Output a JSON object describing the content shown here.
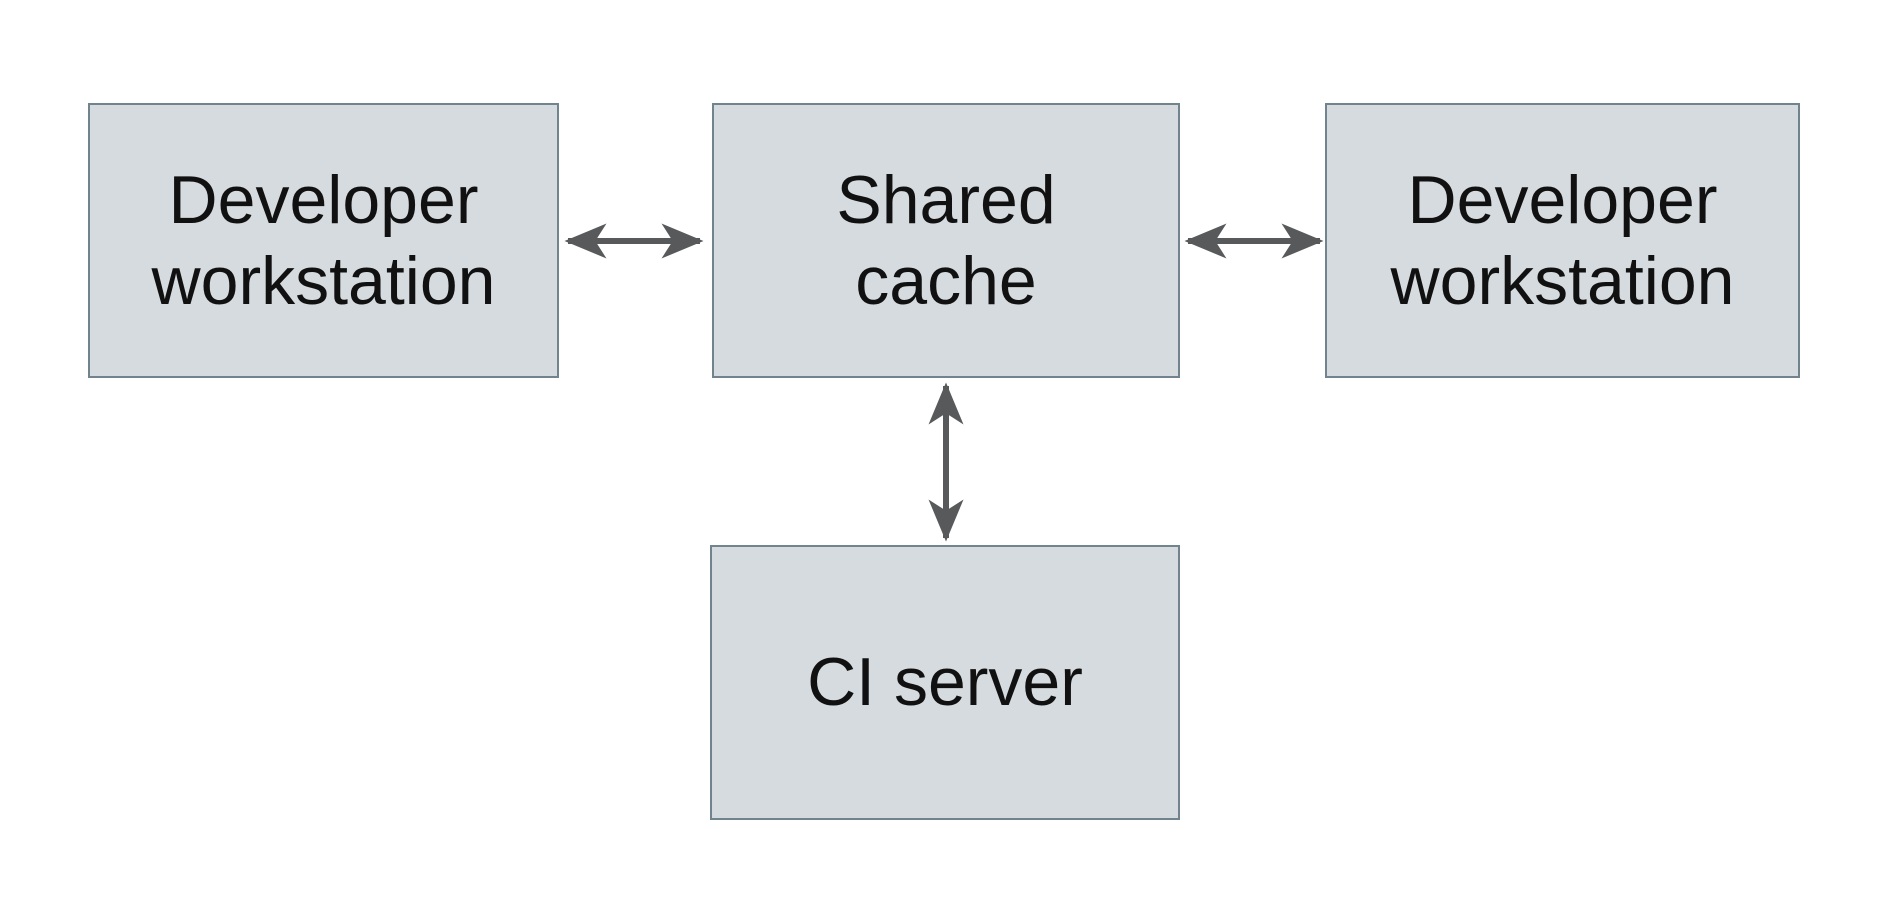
{
  "diagram": {
    "nodes": [
      {
        "id": "developer-workstation-left",
        "label": "Developer\nworkstation"
      },
      {
        "id": "shared-cache",
        "label": "Shared\ncache"
      },
      {
        "id": "developer-workstation-right",
        "label": "Developer\nworkstation"
      },
      {
        "id": "ci-server",
        "label": "CI server"
      }
    ],
    "edges": [
      {
        "from": "developer-workstation-left",
        "to": "shared-cache",
        "direction": "bidirectional"
      },
      {
        "from": "shared-cache",
        "to": "developer-workstation-right",
        "direction": "bidirectional"
      },
      {
        "from": "shared-cache",
        "to": "ci-server",
        "direction": "bidirectional"
      }
    ]
  },
  "colors": {
    "background": "#ffffff",
    "node_fill": "#d5dbde",
    "node_border": "#71838d",
    "arrow": "#57595b",
    "text": "#111111"
  }
}
